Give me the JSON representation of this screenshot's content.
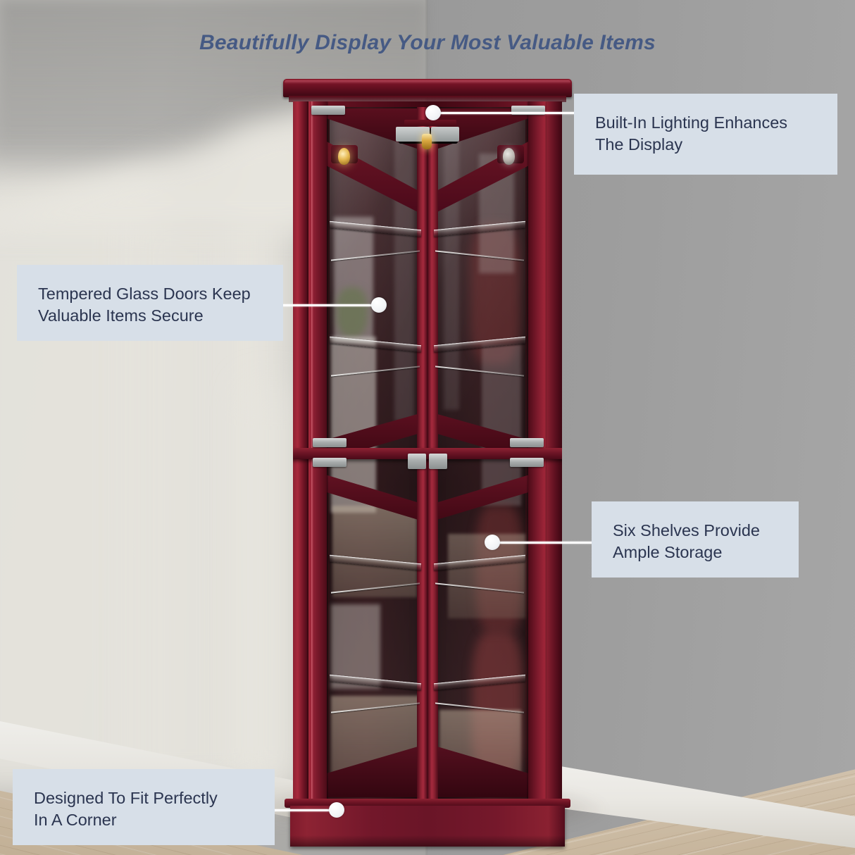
{
  "title": "Beautifully Display Your Most Valuable Items",
  "colors": {
    "title_text": "#465a84",
    "callout_bg": "#d7dfe8",
    "callout_text": "#2b3550",
    "leader_line": "#ffffff",
    "cabinet_red": "#6d1424",
    "wall_left": "#b2b1ae",
    "wall_right": "#9d9d9d",
    "floor_wood": "#cbbaa3",
    "baseboard": "#efeeea"
  },
  "product": {
    "name": "corner curio display cabinet",
    "finish": "glossy red / burgundy",
    "shelf_count": 6,
    "door_count": 2
  },
  "callouts": [
    {
      "id": "lighting",
      "text": "Built-In Lighting Enhances\nThe Display",
      "position": "top-right"
    },
    {
      "id": "glass-doors",
      "text": "Tempered Glass Doors Keep\nValuable Items Secure",
      "position": "middle-left"
    },
    {
      "id": "shelves",
      "text": "Six Shelves Provide\nAmple Storage",
      "position": "middle-right"
    },
    {
      "id": "corner-fit",
      "text": "Designed To Fit Perfectly\nIn A Corner",
      "position": "bottom-left"
    }
  ]
}
